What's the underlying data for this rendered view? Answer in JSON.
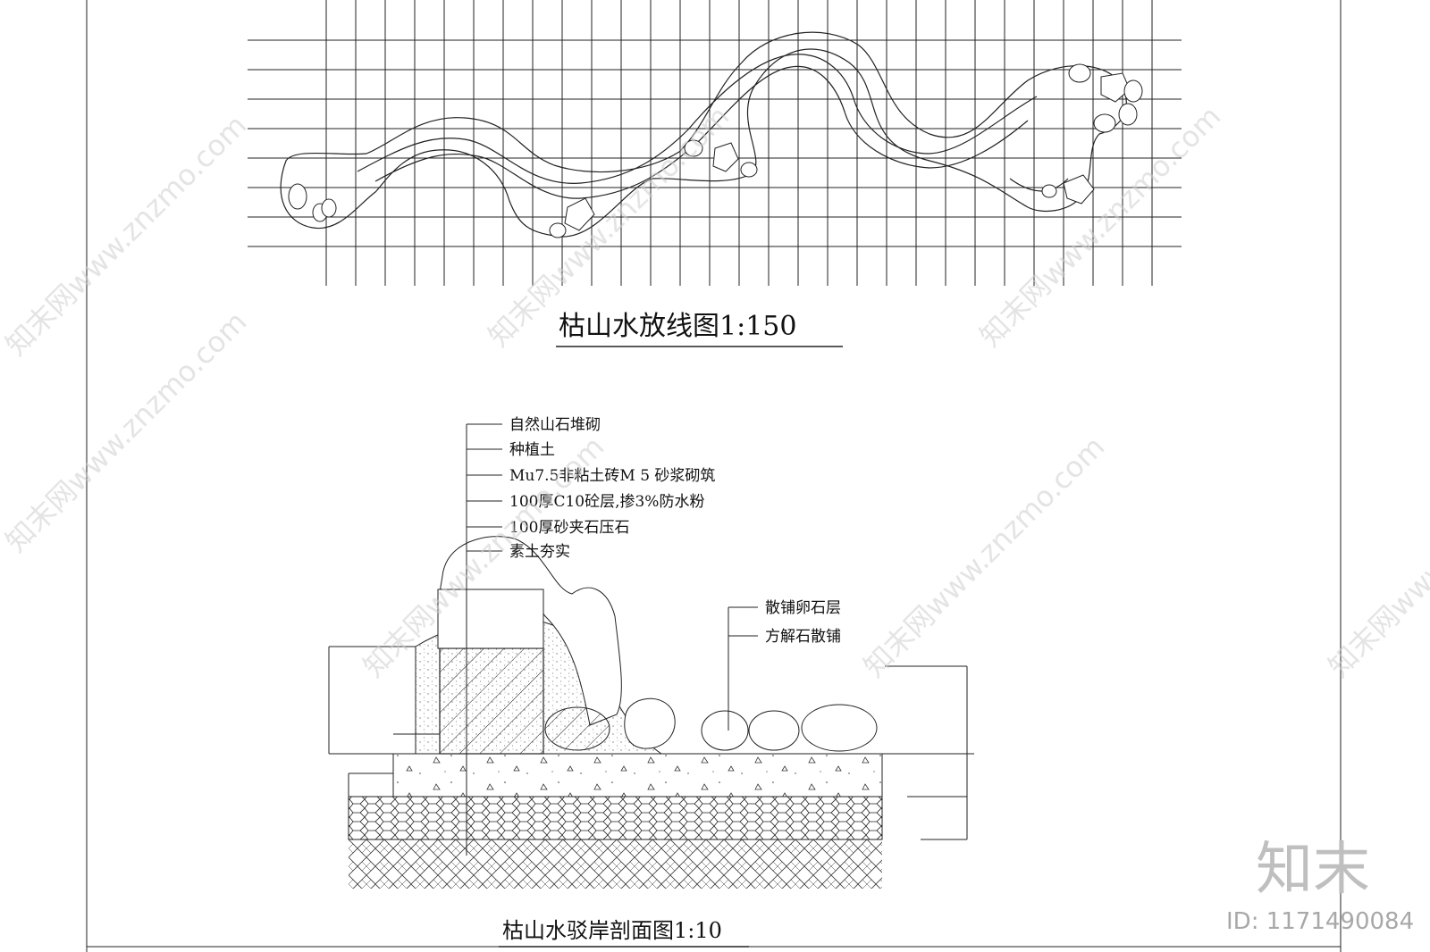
{
  "plan": {
    "title": "枯山水放线图1:150"
  },
  "section": {
    "title": "枯山水驳岸剖面图1:10",
    "left_notes": [
      "自然山石堆砌",
      "种植土",
      "Mu7.5非粘土砖M 5 砂浆砌筑",
      "100厚C10砼层,掺3%防水粉",
      "100厚砂夹石压石",
      "素土夯实"
    ],
    "right_notes": [
      "散铺卵石层",
      "方解石散铺"
    ]
  },
  "watermark": {
    "text": "知末网www.znzmo.com",
    "logo": "知末",
    "id": "ID: 1171490084"
  },
  "colors": {
    "line": "#222222",
    "watermark": "#cfcfcf"
  }
}
